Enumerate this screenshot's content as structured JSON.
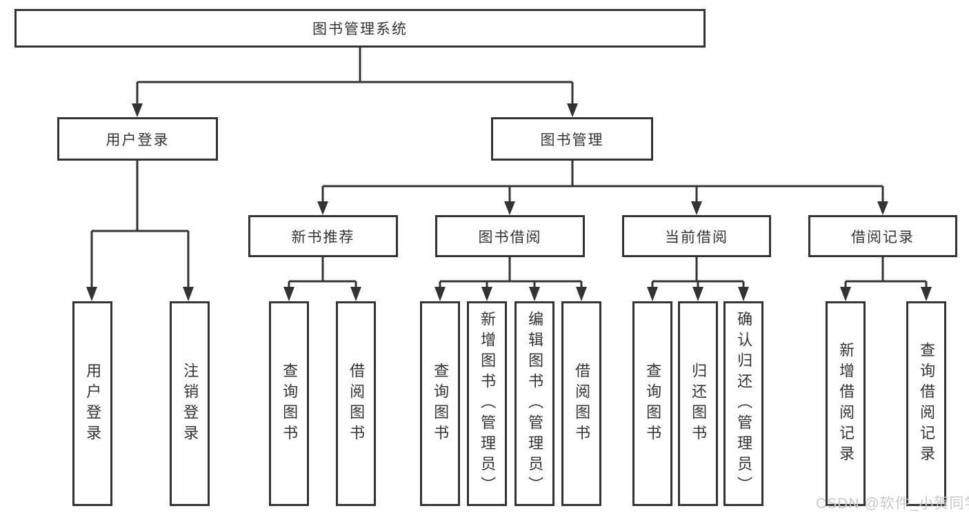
{
  "diagram": {
    "root": {
      "label": "图书管理系统"
    },
    "branches": [
      {
        "label": "用户登录",
        "children": [
          {
            "label": "用户登录"
          },
          {
            "label": "注销登录"
          }
        ]
      },
      {
        "label": "图书管理",
        "children": [
          {
            "label": "新书推荐",
            "children": [
              {
                "label": "查询图书"
              },
              {
                "label": "借阅图书"
              }
            ]
          },
          {
            "label": "图书借阅",
            "children": [
              {
                "label": "查询图书"
              },
              {
                "label": "新增图书（管理员）"
              },
              {
                "label": "编辑图书（管理员）"
              },
              {
                "label": "借阅图书"
              }
            ]
          },
          {
            "label": "当前借阅",
            "children": [
              {
                "label": "查询图书"
              },
              {
                "label": "归还图书"
              },
              {
                "label": "确认归还（管理员）"
              }
            ]
          },
          {
            "label": "借阅记录",
            "children": [
              {
                "label": "新增借阅记录"
              },
              {
                "label": "查询借阅记录"
              }
            ]
          }
        ]
      }
    ]
  },
  "watermark": {
    "text": "CSDN @软件_小贺同学"
  },
  "colors": {
    "line": "#333333",
    "text": "#333333",
    "background": "#ffffff",
    "watermark": "#c6c8ca"
  }
}
